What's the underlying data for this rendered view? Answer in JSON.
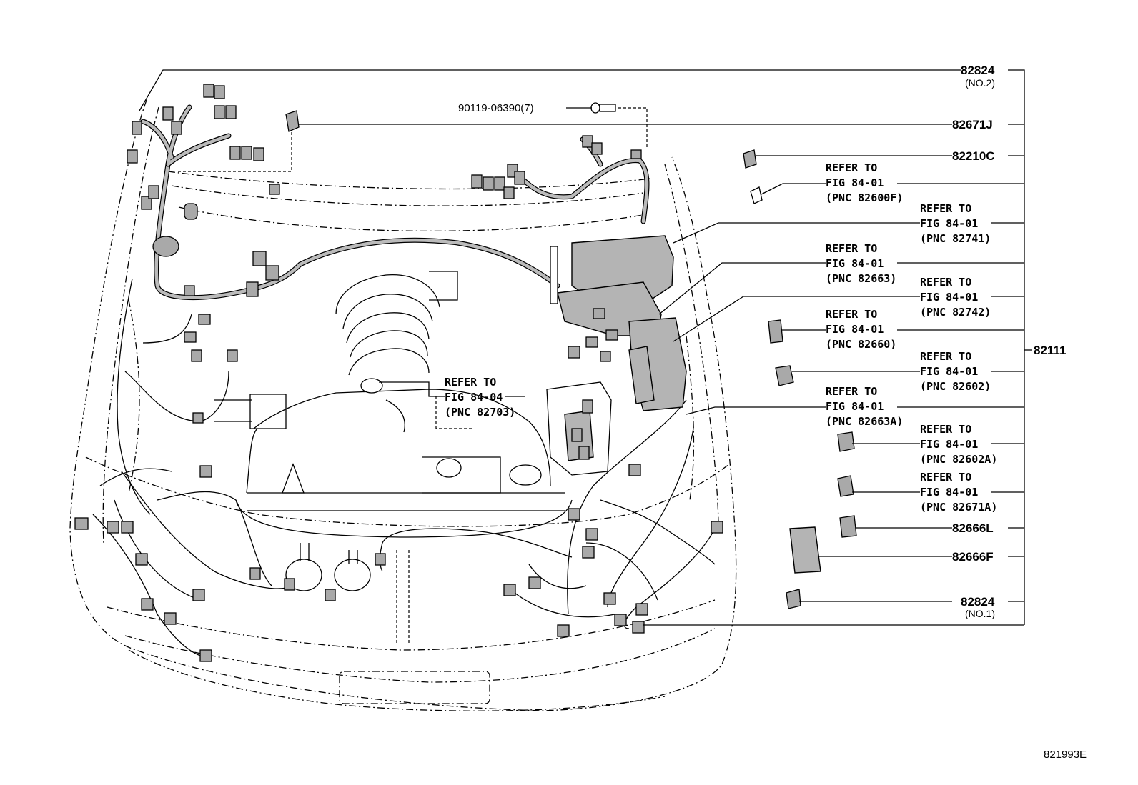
{
  "callouts": {
    "c_82824_no2": {
      "pn": "82824",
      "sub": "(NO.2)"
    },
    "c_90119": {
      "pn": "90119-06390(7)"
    },
    "c_82671J": {
      "pn": "82671J"
    },
    "c_82210C": {
      "pn": "82210C"
    },
    "c_82600F": {
      "line1": "REFER TO",
      "line2": "FIG 84-01",
      "line3": "(PNC 82600F)"
    },
    "c_82741": {
      "line1": "REFER TO",
      "line2": "FIG 84-01",
      "line3": "(PNC 82741)"
    },
    "c_82663": {
      "line1": "REFER TO",
      "line2": "FIG 84-01",
      "line3": "(PNC 82663)"
    },
    "c_82742": {
      "line1": "REFER TO",
      "line2": "FIG 84-01",
      "line3": "(PNC 82742)"
    },
    "c_82660": {
      "line1": "REFER TO",
      "line2": "FIG 84-01",
      "line3": "(PNC 82660)"
    },
    "c_82111": {
      "pn": "82111"
    },
    "c_82602": {
      "line1": "REFER TO",
      "line2": "FIG 84-01",
      "line3": "(PNC 82602)"
    },
    "c_82663A": {
      "line1": "REFER TO",
      "line2": "FIG 84-01",
      "line3": "(PNC 82663A)"
    },
    "c_82602A": {
      "line1": "REFER TO",
      "line2": "FIG 84-01",
      "line3": "(PNC 82602A)"
    },
    "c_82671A": {
      "line1": "REFER TO",
      "line2": "FIG 84-01",
      "line3": "(PNC 82671A)"
    },
    "c_82666L": {
      "pn": "82666L"
    },
    "c_82666F": {
      "pn": "82666F"
    },
    "c_82824_no1": {
      "pn": "82824",
      "sub": "(NO.1)"
    },
    "c_82703": {
      "line1": "REFER TO",
      "line2": "FIG 84-04",
      "line3": "(PNC 82703)"
    }
  },
  "figure_code": "821993E"
}
